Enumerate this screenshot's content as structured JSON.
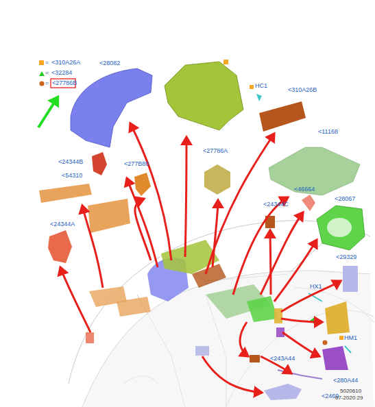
{
  "diagram": {
    "labels": [
      "=",
      "=",
      "=",
      "<28082",
      "HC1",
      "<310A26B",
      "<11168",
      "<27786A",
      "<24344B",
      "<277B80",
      "<54310",
      "<46664",
      "<24344C",
      "<28067",
      "<24344A",
      "<29329",
      "HX1",
      "HM1",
      "<243A44",
      "<280A44",
      "<2469",
      "5020610",
      "07-2020 29"
    ],
    "legend": [
      {
        "text": "<310A26A"
      },
      {
        "text": "<32284"
      },
      {
        "text": "<27786B"
      }
    ]
  }
}
